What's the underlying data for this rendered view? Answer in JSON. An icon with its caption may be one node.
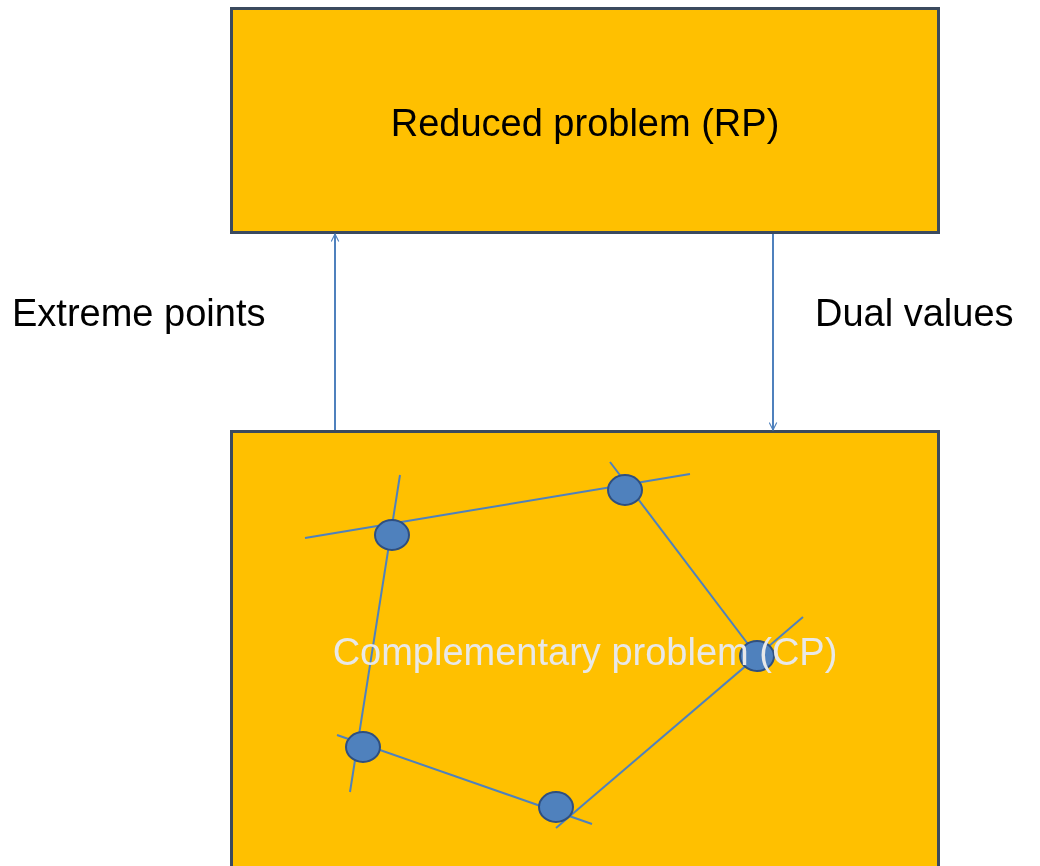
{
  "diagram": {
    "nodes": [
      {
        "text": [
          "Reduced problem (RP)"
        ]
      },
      {
        "text": [
          "Complementary problem (CP)"
        ]
      }
    ],
    "edges": [
      {
        "from": 1,
        "to": 0,
        "arrow": "to",
        "label": "Extreme points"
      },
      {
        "from": 0,
        "to": 1,
        "arrow": "to",
        "label": "Dual values"
      }
    ]
  }
}
